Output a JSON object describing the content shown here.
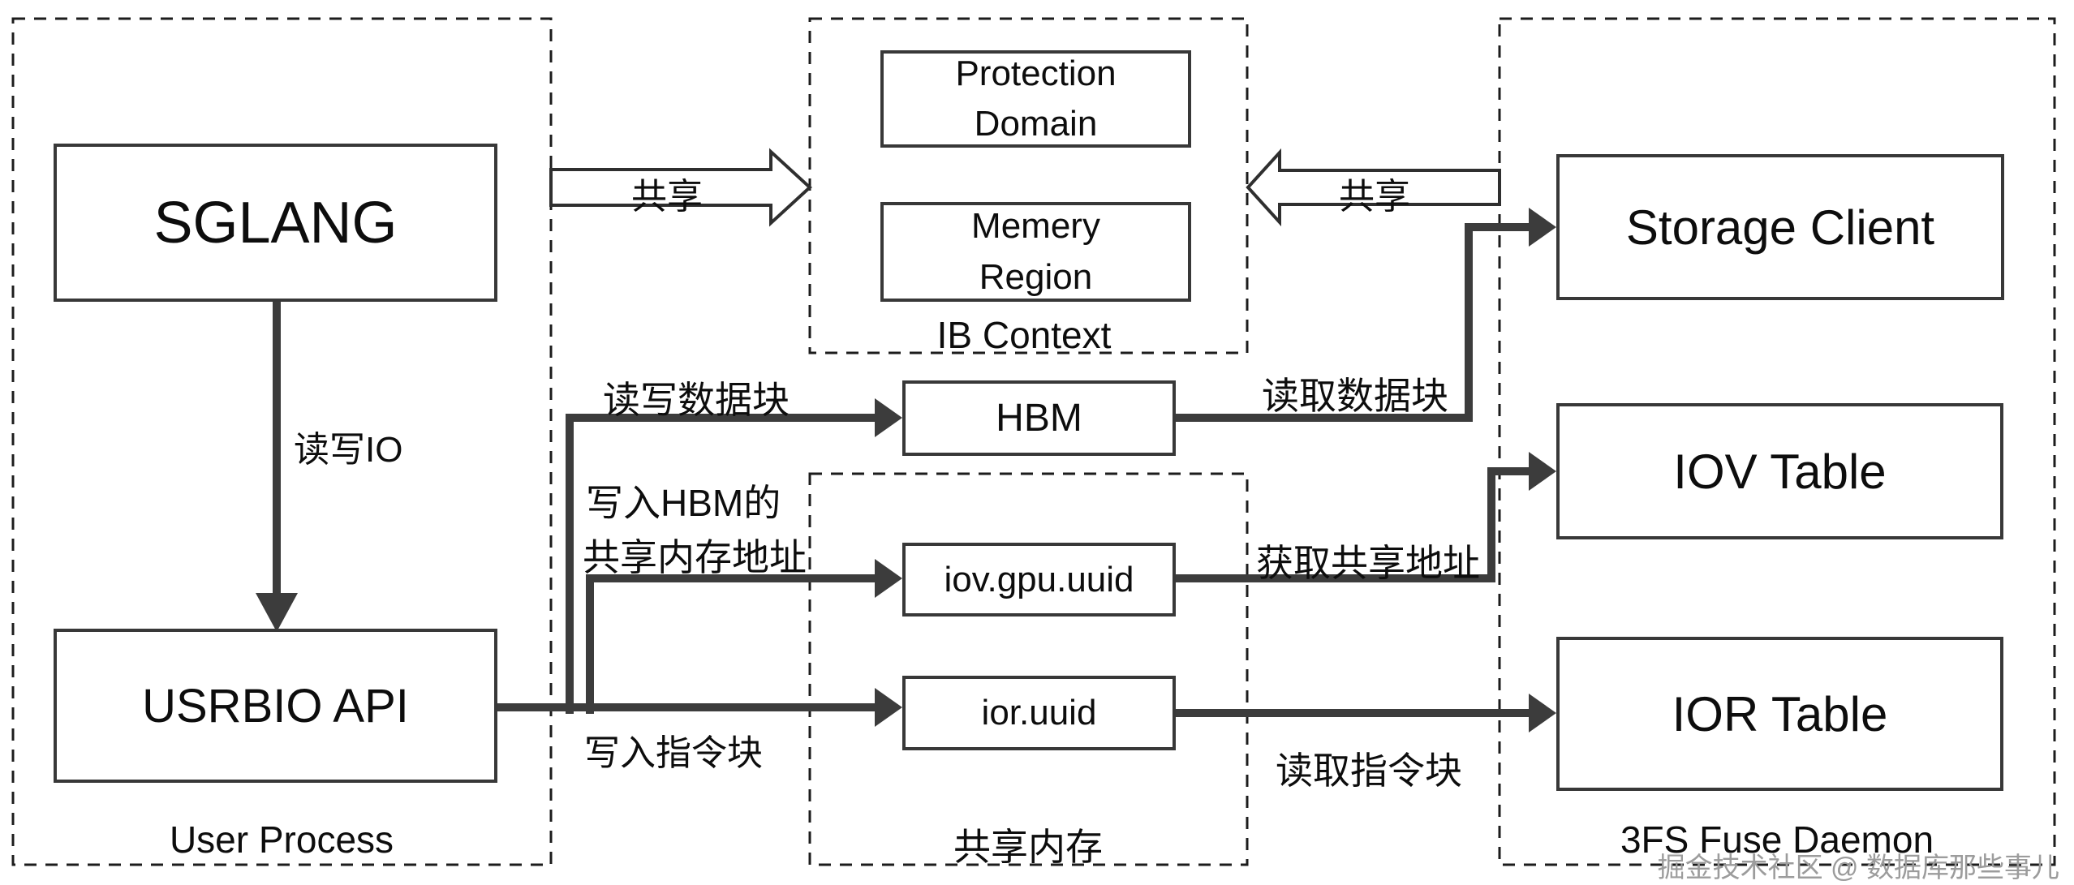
{
  "groups": {
    "user_process": {
      "label": "User Process"
    },
    "ib_context": {
      "label": "IB Context"
    },
    "shared_memory": {
      "label": "共享内存"
    },
    "fuse_daemon": {
      "label": "3FS Fuse Daemon"
    }
  },
  "nodes": {
    "sglang": "SGLANG",
    "usrbio_api": "USRBIO API",
    "protection_domain": [
      "Protection",
      "Domain"
    ],
    "memery_region": [
      "Memery",
      "Region"
    ],
    "hbm": "HBM",
    "iov_gpu_uuid": "iov.gpu.uuid",
    "ior_uuid": "ior.uuid",
    "storage_client": "Storage Client",
    "iov_table": "IOV Table",
    "ior_table": "IOR Table"
  },
  "edge_labels": {
    "read_write_io": "读写IO",
    "share_left": "共享",
    "share_right": "共享",
    "read_write_data_block": "读写数据块",
    "write_hbm_addr_line1": "写入HBM的",
    "write_hbm_addr_line2": "共享内存地址",
    "write_command_block": "写入指令块",
    "read_data_block": "读取数据块",
    "get_shared_address": "获取共享地址",
    "read_command_block": "读取指令块"
  },
  "watermark": "掘金技术社区 @ 数据库那些事儿",
  "colors": {
    "background": "#ffffff",
    "box_border": "#383838",
    "dashed_border": "#1c1c1c",
    "connector": "#3c3c3c",
    "text": "#0d0d0d",
    "watermark": "#9c9c9c"
  }
}
